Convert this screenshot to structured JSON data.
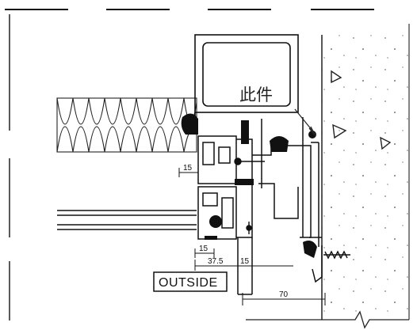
{
  "callout_text": "此件",
  "outside_label": "OUTSIDE",
  "dimensions": {
    "d15_upper": "15",
    "d15_lower": "15",
    "d37_5": "37.5",
    "d15_bottom": "15",
    "d70": "70"
  }
}
